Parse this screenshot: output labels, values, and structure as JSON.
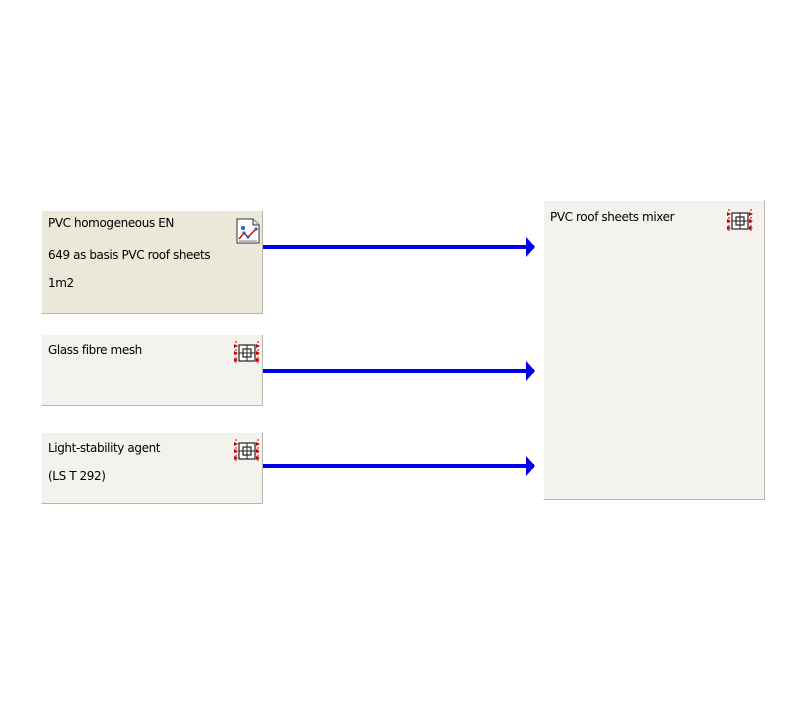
{
  "nodes": {
    "pvc_homogeneous": {
      "lines": [
        "PVC homogeneous EN",
        "649 as basis PVC roof sheets",
        "1m2"
      ],
      "icon": "plan-document-icon"
    },
    "glass_fibre": {
      "lines": [
        "Glass fibre mesh"
      ],
      "icon": "process-icon"
    },
    "light_stability": {
      "lines": [
        "Light-stability agent",
        "(LS T 292)"
      ],
      "icon": "process-icon"
    },
    "mixer": {
      "lines": [
        "PVC roof sheets mixer"
      ],
      "icon": "process-icon"
    }
  },
  "colors": {
    "arrow": "#0000ee",
    "node_fill": "#f3f2ec",
    "reference_fill": "#ebe8d9",
    "icon_red": "#cc0000"
  }
}
